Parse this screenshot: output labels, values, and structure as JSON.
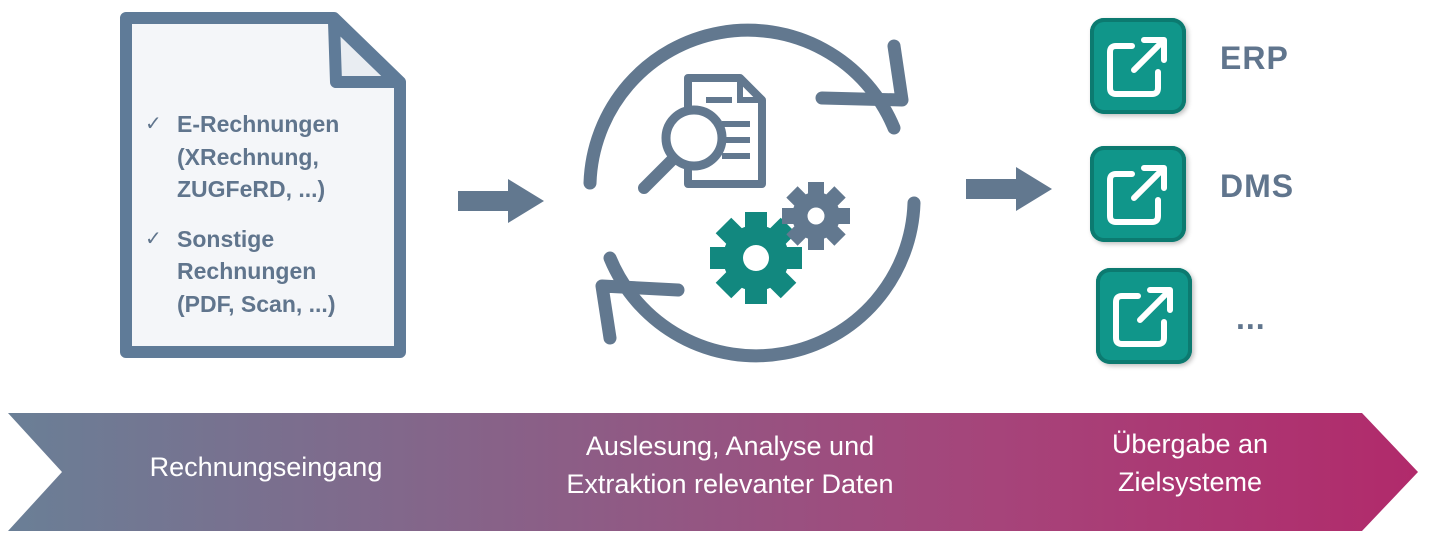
{
  "document": {
    "items": [
      {
        "check": "✓",
        "lines": [
          "E-Rechnungen",
          "(XRechnung,",
          "ZUGFeRD, ...)"
        ]
      },
      {
        "check": "✓",
        "lines": [
          "Sonstige",
          "Rechnungen",
          "(PDF, Scan, ...)"
        ]
      }
    ]
  },
  "targets": [
    {
      "label": "ERP",
      "icon": "external-link-icon"
    },
    {
      "label": "DMS",
      "icon": "external-link-icon"
    },
    {
      "label": "...",
      "icon": "external-link-icon"
    }
  ],
  "process": {
    "stages": [
      {
        "lines": [
          "Rechnungseingang"
        ]
      },
      {
        "lines": [
          "Auslesung, Analyse und",
          "Extraktion relevanter Daten"
        ]
      },
      {
        "lines": [
          "Übergabe an",
          "Zielsysteme"
        ]
      }
    ],
    "gradient": [
      "#6a7f96",
      "#a6447a",
      "#b12a6b"
    ]
  },
  "colors": {
    "slate": "#60758d",
    "teal": "#10968a",
    "teal_dark": "#0c7a70"
  }
}
